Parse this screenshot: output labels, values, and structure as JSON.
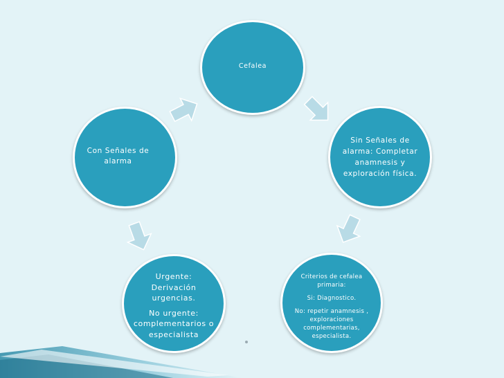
{
  "nodes": {
    "cefalea": {
      "text": "Cefalea"
    },
    "sin_senales": {
      "text": "Sin Señales de alarma: Completar anamnesis y exploración física."
    },
    "con_senales": {
      "text": "Con Señales de alarma"
    },
    "criterios": {
      "line1": "Criterios de cefalea primaria:",
      "line2": "Si: Diagnostico.",
      "line3": "No: repetir anamnesis , exploraciones complementarias, especialista."
    },
    "urgente": {
      "line1": "Urgente: Derivación urgencias.",
      "line2": "No urgente: complementarios o especialista"
    }
  },
  "colors": {
    "background": "#e3f3f7",
    "circle_fill": "#2a9fbd",
    "circle_border": "#ffffff",
    "arrow_fill": "#b8dbe6",
    "arrow_stroke": "#ffffff"
  }
}
